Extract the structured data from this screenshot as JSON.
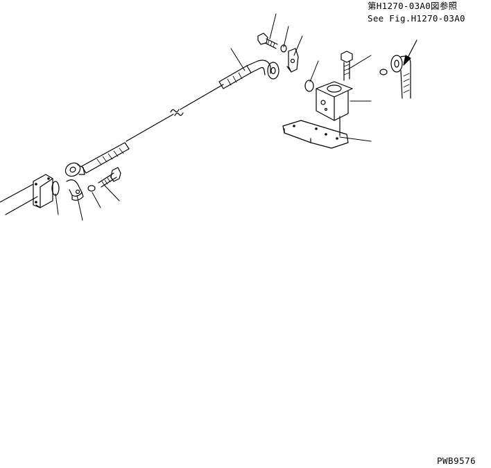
{
  "reference_note": {
    "line_jp": "第H1270-03A0図参照",
    "line_en": "See Fig.H1270-03A0"
  },
  "drawing_code": "PWB9576",
  "parts": [
    {
      "icon": "pipe-icon"
    },
    {
      "icon": "o-ring-icon"
    },
    {
      "icon": "split-flange-icon"
    },
    {
      "icon": "washer-icon"
    },
    {
      "icon": "bolt-icon"
    },
    {
      "icon": "hose-icon"
    },
    {
      "icon": "block-icon"
    },
    {
      "icon": "bracket-plate-icon"
    }
  ]
}
